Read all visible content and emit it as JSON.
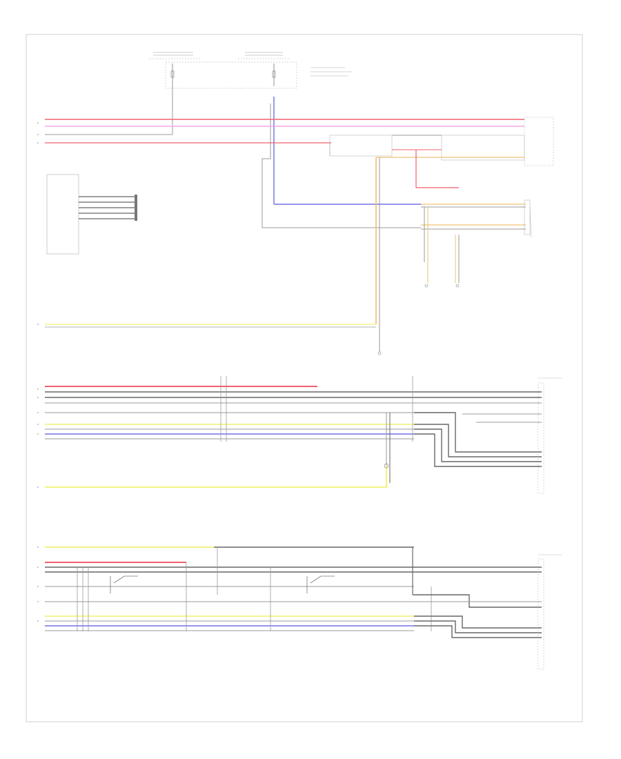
{
  "reference_code": "",
  "colors": {
    "red": "#f0606c",
    "pink": "#f4a6ee",
    "blue": "#7070e8",
    "yellow": "#f0f070",
    "orange": "#f0c070",
    "grey": "#999999",
    "dark": "#666666",
    "frame": "#cfcfcf"
  },
  "components": [
    {
      "id": "fuse-panel-1",
      "label": ""
    },
    {
      "id": "fuse-panel-2",
      "label": ""
    },
    {
      "id": "fuse-note",
      "label": ""
    },
    {
      "id": "control-module-left",
      "label": ""
    },
    {
      "id": "switch-left",
      "label": ""
    },
    {
      "id": "left-connector-block",
      "label": ""
    },
    {
      "id": "relay-block-mid",
      "label": ""
    },
    {
      "id": "relay-block-right",
      "label": ""
    },
    {
      "id": "ground-1",
      "label": ""
    },
    {
      "id": "ground-2",
      "label": ""
    },
    {
      "id": "ground-3",
      "label": ""
    },
    {
      "id": "lamp-unit-upper",
      "label": ""
    },
    {
      "id": "lamp-unit-lower",
      "label": ""
    }
  ]
}
